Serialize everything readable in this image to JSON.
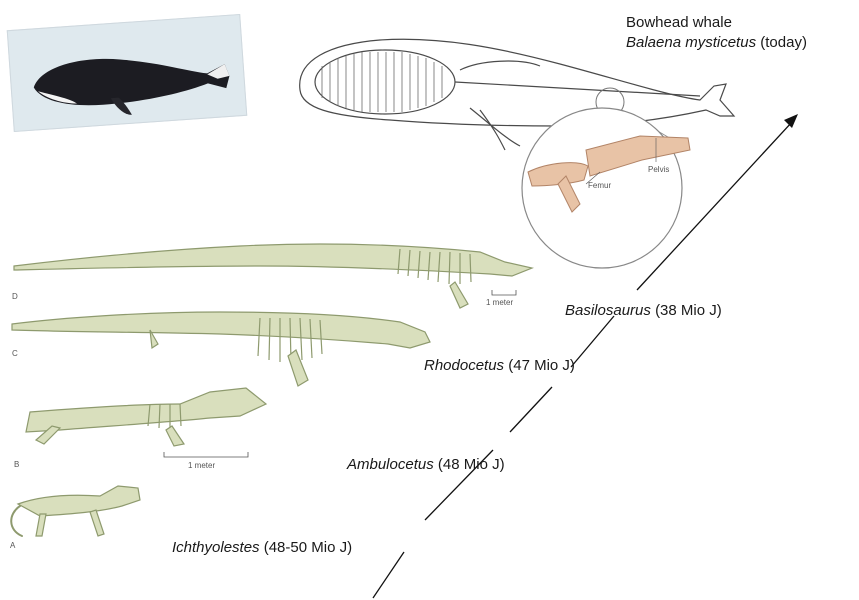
{
  "modern": {
    "common_name": "Bowhead whale",
    "scientific_name": "Balaena mysticetus",
    "era": "(today)"
  },
  "inset": {
    "label_left": "Femur",
    "label_right": "Pelvis"
  },
  "fossils": [
    {
      "letter": "D",
      "name": "Basilosaurus",
      "age": "(38 Mio J)"
    },
    {
      "letter": "C",
      "name": "Rhodocetus",
      "age": " (47 Mio J)"
    },
    {
      "letter": "B",
      "name": "Ambulocetus",
      "age": "(48 Mio J)"
    },
    {
      "letter": "A",
      "name": "Ichthyolestes",
      "age": "(48-50 Mio J)"
    }
  ],
  "scale_bars": [
    {
      "label": "1 meter"
    },
    {
      "label": "1 meter"
    }
  ],
  "colors": {
    "bone": "#d9dfbd",
    "whale_body": "#1c1c22",
    "arrow": "#111111"
  }
}
